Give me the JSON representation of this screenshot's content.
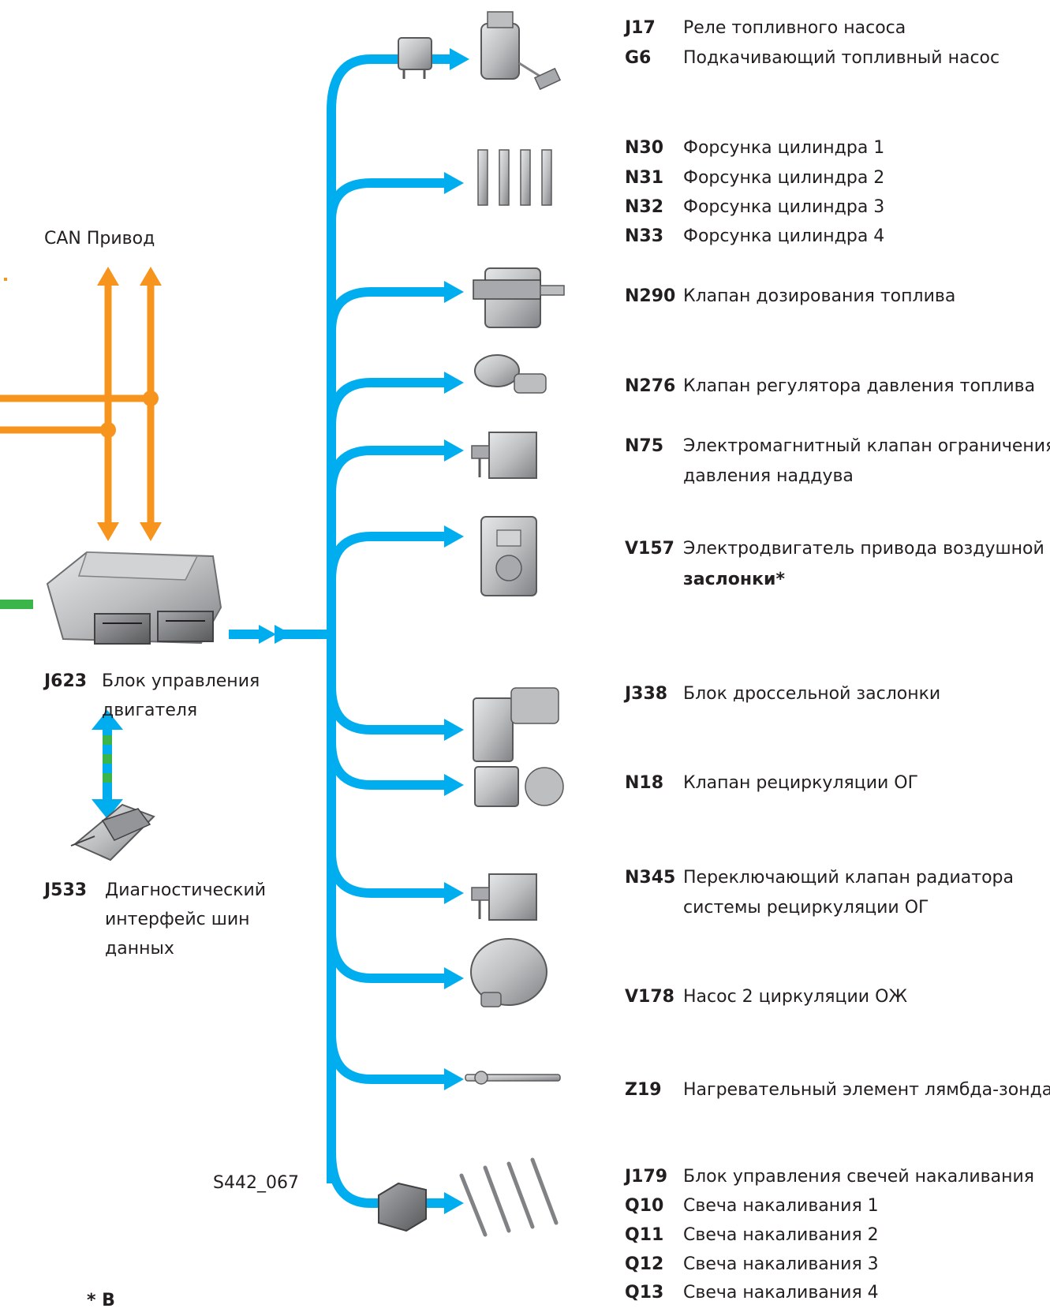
{
  "can_label": "CAN Привод",
  "figure_code": "S442_067",
  "footnote": "* В",
  "ecu": {
    "code": "J623",
    "name_line1": "Блок управления",
    "name_line2": "двигателя"
  },
  "diag_interface": {
    "code": "J533",
    "name_line1": "Диагностический",
    "name_line2": "интерфейс шин",
    "name_line3": "данных"
  },
  "outputs": [
    {
      "code": "J17",
      "text": "Реле топливного насоса"
    },
    {
      "code": "G6",
      "text": "Подкачивающий топливный насос"
    },
    {
      "code": "N30",
      "text": "Форсунка цилиндра 1"
    },
    {
      "code": "N31",
      "text": "Форсунка цилиндра 2"
    },
    {
      "code": "N32",
      "text": "Форсунка цилиндра 3"
    },
    {
      "code": "N33",
      "text": "Форсунка цилиндра 4"
    },
    {
      "code": "N290",
      "text": "Клапан дозирования топлива"
    },
    {
      "code": "N276",
      "text": "Клапан регулятора давления топлива"
    },
    {
      "code": "N75",
      "text": "Электромагнитный клапан ограничения",
      "text2": "давления наддува"
    },
    {
      "code": "V157",
      "text": "Электродвигатель привода воздушной",
      "text2": "заслонки*"
    },
    {
      "code": "J338",
      "text": "Блок дроссельной заслонки"
    },
    {
      "code": "N18",
      "text": "Клапан рециркуляции ОГ"
    },
    {
      "code": "N345",
      "text": "Переключающий клапан радиатора",
      "text2": "системы рециркуляции ОГ"
    },
    {
      "code": "V178",
      "text": "Насос 2 циркуляции ОЖ"
    },
    {
      "code": "Z19",
      "text": "Нагревательный элемент лямбда-зонда"
    },
    {
      "code": "J179",
      "text": "Блок управления свечей накаливания"
    },
    {
      "code": "Q10",
      "text": "Свеча накаливания 1"
    },
    {
      "code": "Q11",
      "text": "Свеча накаливания 2"
    },
    {
      "code": "Q12",
      "text": "Свеча накаливания 3"
    },
    {
      "code": "Q13",
      "text": "Свеча накаливания 4"
    }
  ],
  "colors": {
    "blue": "#00aeef",
    "orange": "#f7941d",
    "green": "#39b54a"
  }
}
